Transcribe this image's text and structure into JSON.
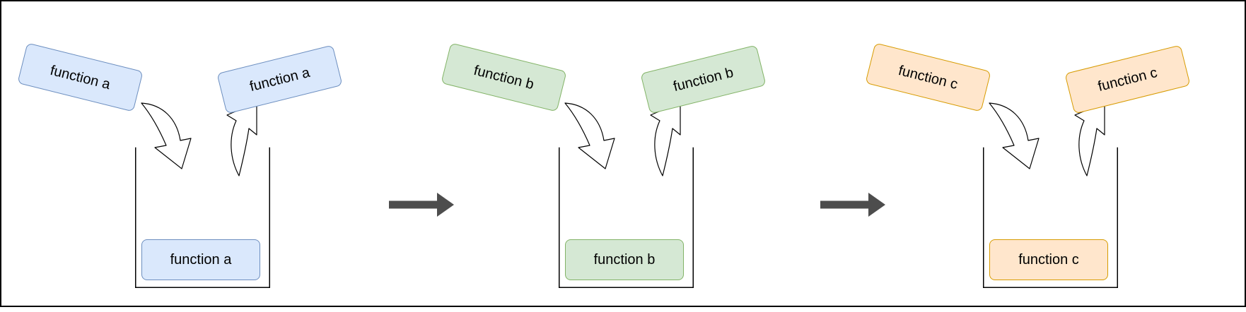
{
  "diagram": {
    "stages": [
      {
        "label": "function a",
        "fill": "#dae8fc",
        "border": "#6c8ebf"
      },
      {
        "label": "function b",
        "fill": "#d5e8d4",
        "border": "#82b366"
      },
      {
        "label": "function c",
        "fill": "#ffe6cc",
        "border": "#d79b00"
      }
    ],
    "transition_arrow": {
      "color": "#4d4d4d",
      "direction": "right"
    },
    "icons": {
      "push_arrow": "curved-arrow-into-stack",
      "pop_arrow": "curved-arrow-out-of-stack",
      "transition": "right-arrow"
    },
    "frame_color": "#000000"
  }
}
